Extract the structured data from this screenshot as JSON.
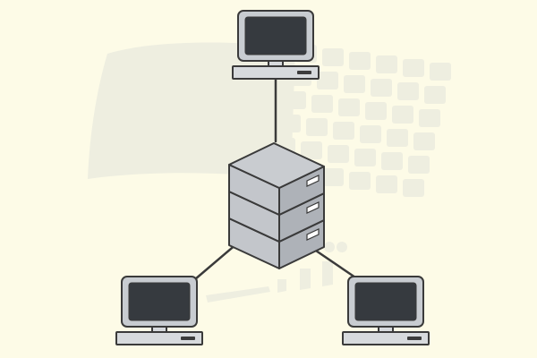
{
  "colors": {
    "background": "#fdfbe7",
    "watermark": "#eeeee0",
    "outline": "#3a3a3a",
    "link": "#3a3a3a",
    "screen": "#363a3f",
    "bezel": "#c8ccd1",
    "base": "#d7dadd",
    "server_top": "#c9ccd0",
    "server_front": "#c3c6cb",
    "server_side": "#aeb2b8",
    "slot": "#ffffff",
    "slot_dark": "#3c3c3c"
  },
  "diagram": {
    "layout": "star",
    "hub": {
      "icon": "server-stack-icon",
      "units": 3
    },
    "nodes": [
      {
        "id": "top",
        "icon": "desktop-computer-icon"
      },
      {
        "id": "bottom-left",
        "icon": "desktop-computer-icon"
      },
      {
        "id": "bottom-right",
        "icon": "desktop-computer-icon"
      }
    ],
    "links": [
      {
        "from": "hub",
        "to": "top"
      },
      {
        "from": "hub",
        "to": "bottom-left"
      },
      {
        "from": "hub",
        "to": "bottom-right"
      }
    ],
    "watermark": {
      "icon": "watermark-logo-icon"
    }
  }
}
